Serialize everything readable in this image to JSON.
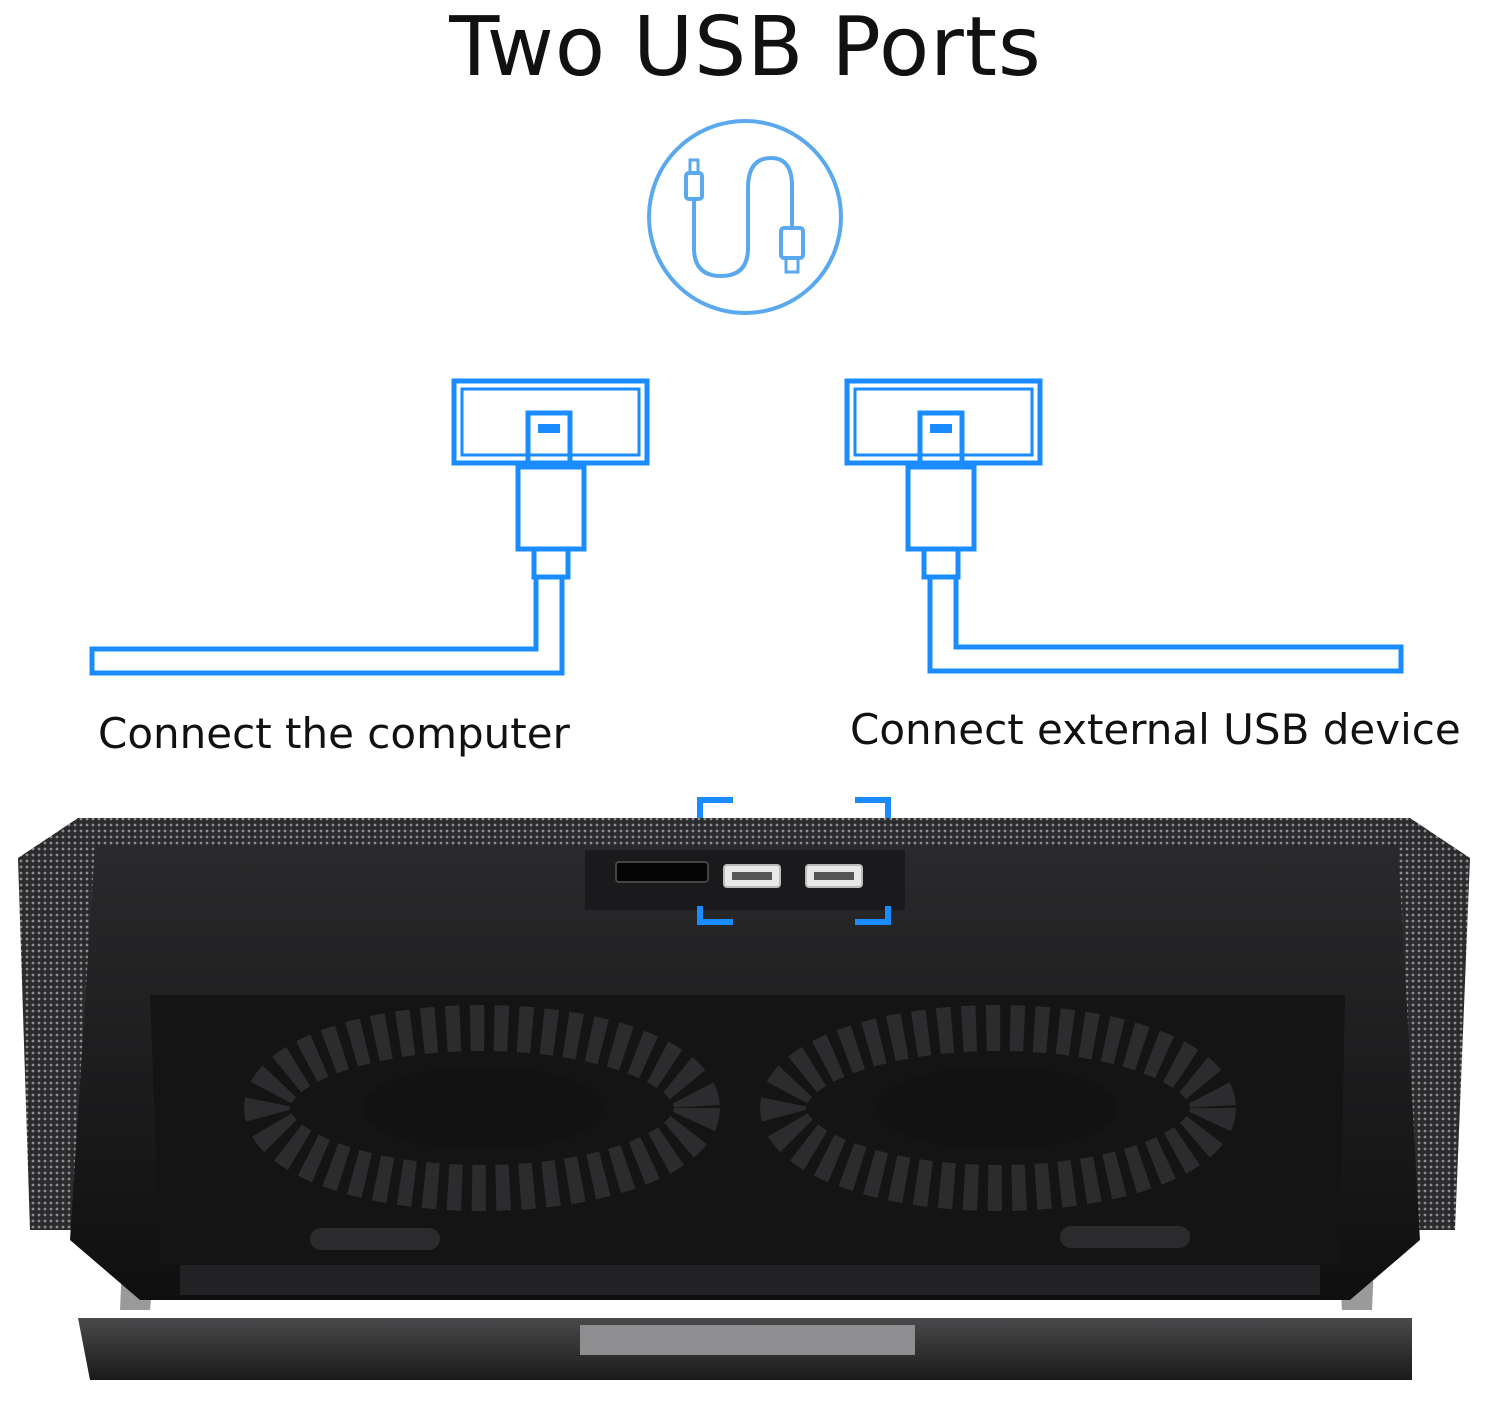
{
  "title": "Two USB Ports",
  "labels": {
    "left": "Connect the computer",
    "right": "Connect external USB device"
  },
  "colors": {
    "accent": "#1a8cff",
    "icon_circle": "#5aa9ef",
    "product_dark": "#1c1c1e",
    "text": "#111111"
  },
  "icons": {
    "cable": "usb-cable-icon",
    "ports": "usb-port-icon"
  }
}
